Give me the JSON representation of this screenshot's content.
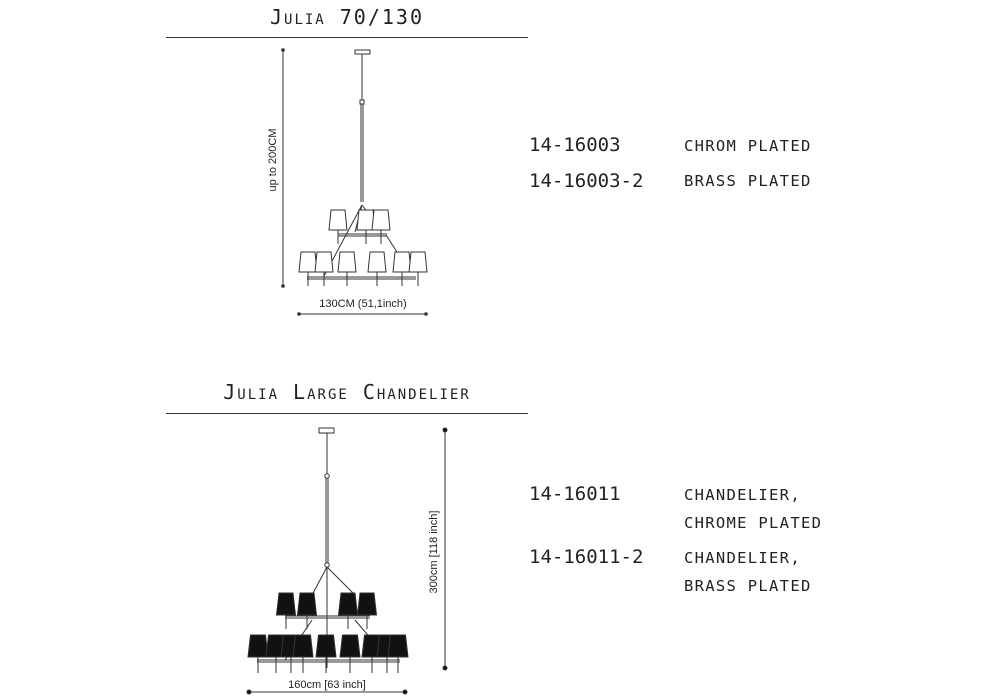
{
  "products": [
    {
      "title": "Julia 70/130",
      "height_label": "up to 200CM",
      "width_label": "130CM (51,1inch)",
      "variants": [
        {
          "code": "14-16003",
          "desc_line1": "CHROM PLATED"
        },
        {
          "code": "14-16003-2",
          "desc_line1": "BRASS PLATED"
        }
      ]
    },
    {
      "title": "Julia Large Chandelier",
      "height_label": "300cm [118 inch]",
      "width_label": "160cm [63 inch]",
      "variants": [
        {
          "code": "14-16011",
          "desc_line1": "CHANDELIER,",
          "desc_line2": "CHROME PLATED"
        },
        {
          "code": "14-16011-2",
          "desc_line1": "CHANDELIER,",
          "desc_line2": "BRASS PLATED"
        }
      ]
    }
  ],
  "colors": {
    "shade_light": "#ffffff",
    "shade_dark": "#111111",
    "line": "#333333"
  }
}
